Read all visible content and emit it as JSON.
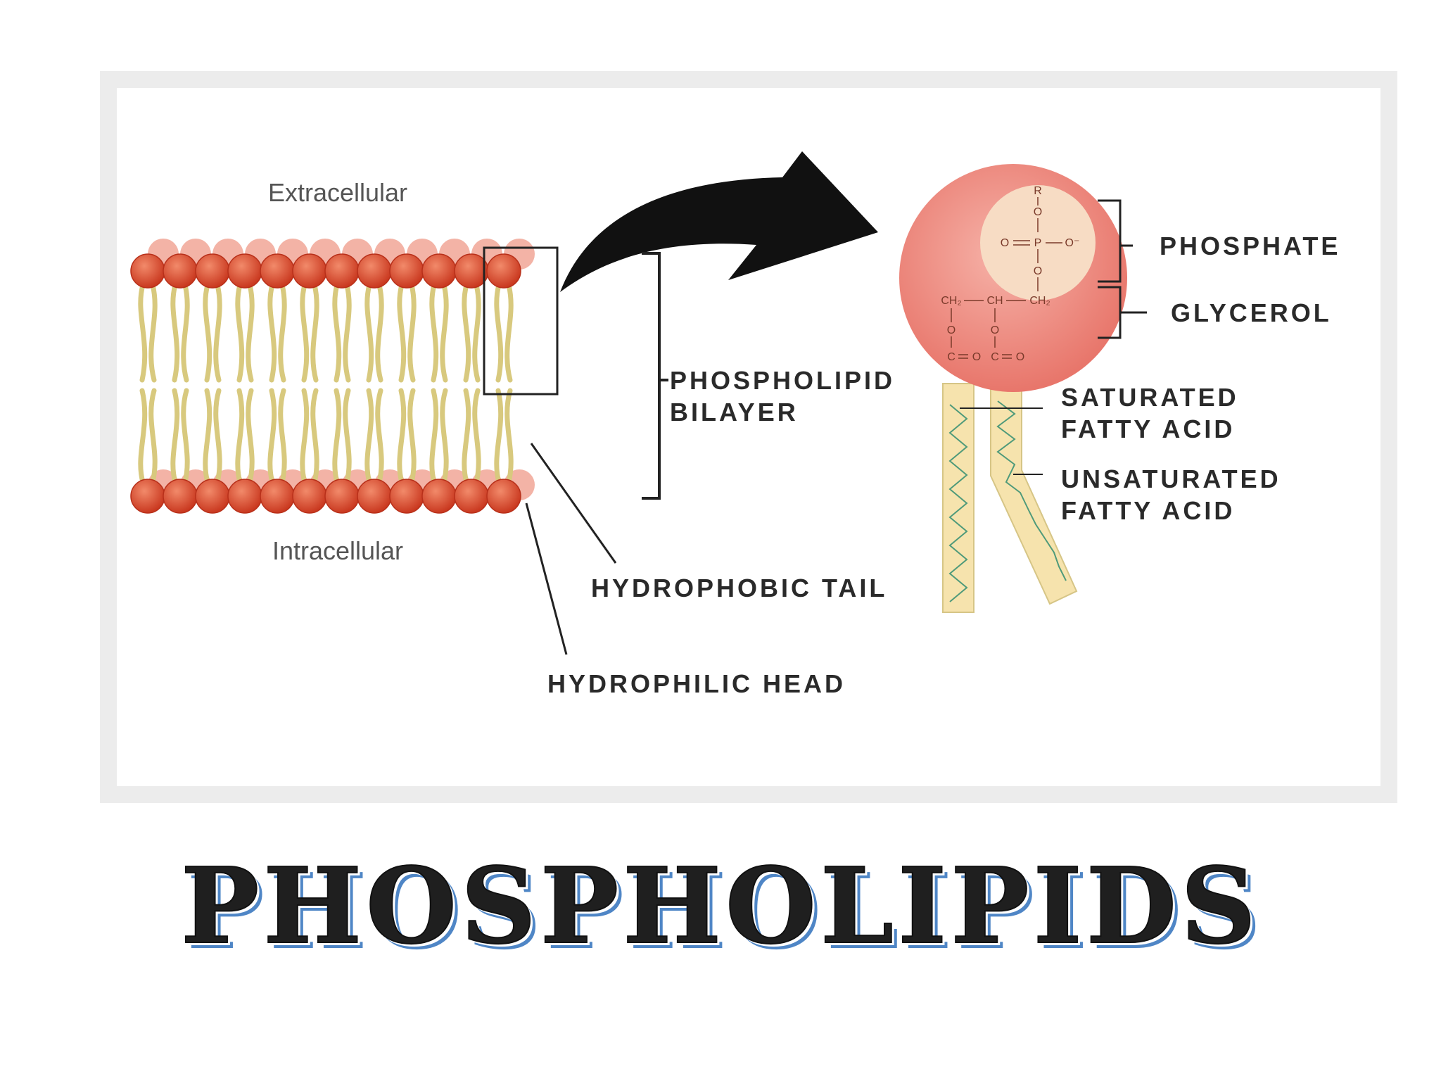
{
  "diagram": {
    "side_labels": {
      "extracellular": "Extracellular",
      "intracellular": "Intracellular"
    },
    "labels": {
      "bilayer_line1": "PHOSPHOLIPID",
      "bilayer_line2": "BILAYER",
      "tail": "HYDROPHOBIC TAIL",
      "head": "HYDROPHILIC HEAD",
      "phosphate": "PHOSPHATE",
      "glycerol": "GLYCEROL",
      "saturated_line1": "SATURATED",
      "saturated_line2": "FATTY ACID",
      "unsaturated_line1": "UNSATURATED",
      "unsaturated_line2": "FATTY ACID"
    },
    "chem": {
      "r": "R",
      "o": "O",
      "p": "P",
      "o_minus": "O⁻",
      "ch2": "CH₂",
      "ch": "CH",
      "c": "C"
    },
    "colors": {
      "head": "#de4f36",
      "head_light": "#f0a090",
      "tail": "#d8c97e",
      "molecule_outer": "#ef8a80",
      "phosphate_core": "#f7dcc4",
      "arrow": "#111111",
      "title_shadow": "#4f86c6"
    }
  },
  "title": "PHOSPHOLIPIDS"
}
